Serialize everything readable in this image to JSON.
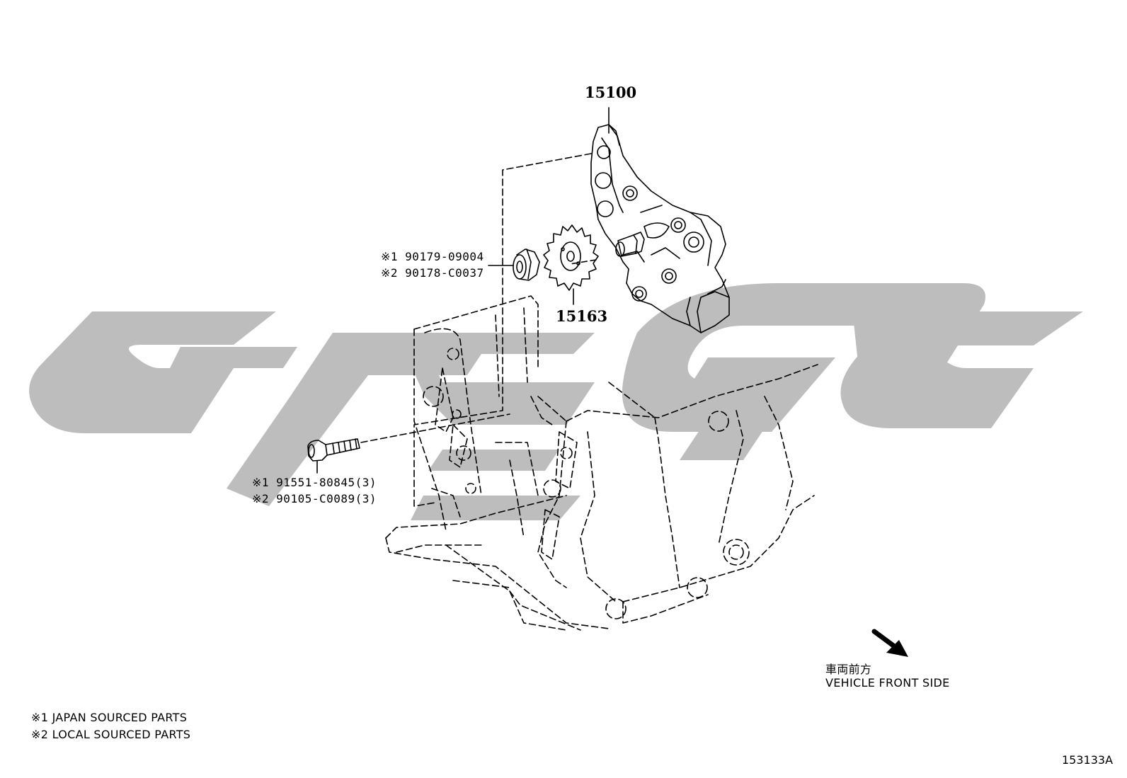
{
  "watermark": {
    "color": "#bdbdbd"
  },
  "parts": {
    "oil_pump": "15100",
    "sprocket": "15163",
    "nut": {
      "line1": "※1 90179-09004",
      "line2": "※2 90178-C0037"
    },
    "bolt": {
      "line1": "※1 91551-80845(3)",
      "line2": "※2 90105-C0089(3)"
    }
  },
  "direction": {
    "jp": "車両前方",
    "en": "VEHICLE FRONT SIDE"
  },
  "legend": {
    "line1": "※1 JAPAN SOURCED PARTS",
    "line2": "※2 LOCAL SOURCED PARTS"
  },
  "diagram_ref": "153133A"
}
